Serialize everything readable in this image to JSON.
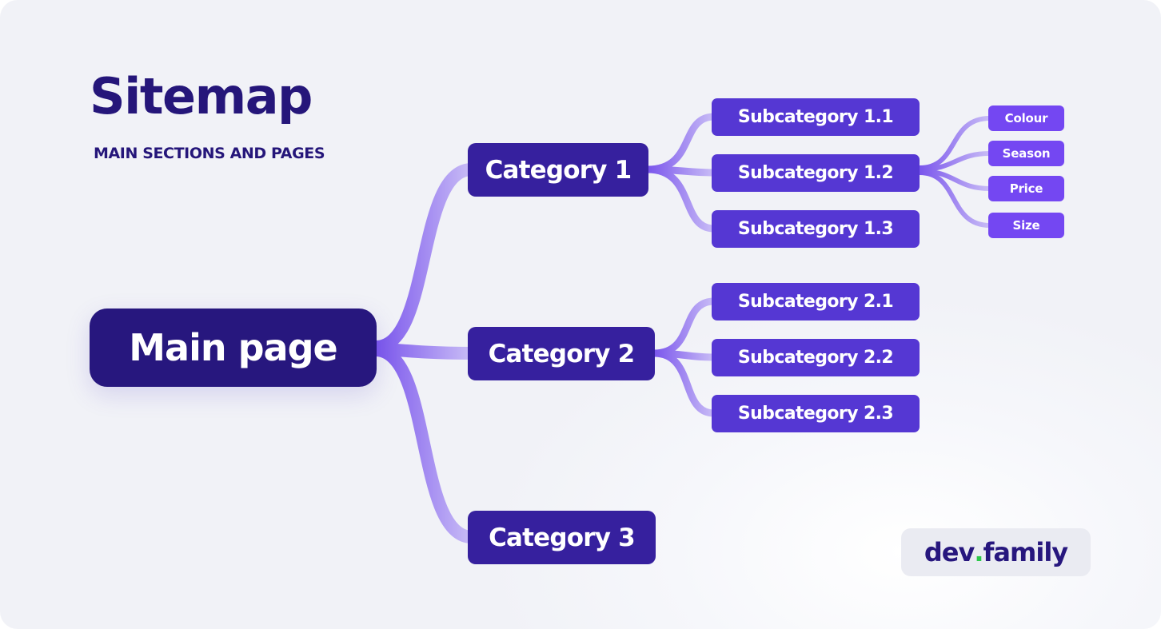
{
  "title": "Sitemap",
  "subtitle": "MAIN SECTIONS AND PAGES",
  "root": {
    "label": "Main page"
  },
  "categories": [
    {
      "label": "Category 1",
      "children": [
        {
          "label": "Subcategory 1.1"
        },
        {
          "label": "Subcategory 1.2",
          "children": [
            {
              "label": "Colour"
            },
            {
              "label": "Season"
            },
            {
              "label": "Price"
            },
            {
              "label": "Size"
            }
          ]
        },
        {
          "label": "Subcategory 1.3"
        }
      ]
    },
    {
      "label": "Category 2",
      "children": [
        {
          "label": "Subcategory 2.1"
        },
        {
          "label": "Subcategory 2.2"
        },
        {
          "label": "Subcategory 2.3"
        }
      ]
    },
    {
      "label": "Category 3"
    }
  ],
  "logo": {
    "left": "dev",
    "dot": ".",
    "right": "family"
  },
  "colors": {
    "title": "#25167a",
    "root": "#27177e",
    "category": "#36209e",
    "subcategory": "#5537d3",
    "filter": "#7447f2",
    "link_start": "#7a55ec",
    "link_end": "#c9bdf6",
    "logo_dot": "#2cc84a",
    "background": "#f1f2f7"
  }
}
